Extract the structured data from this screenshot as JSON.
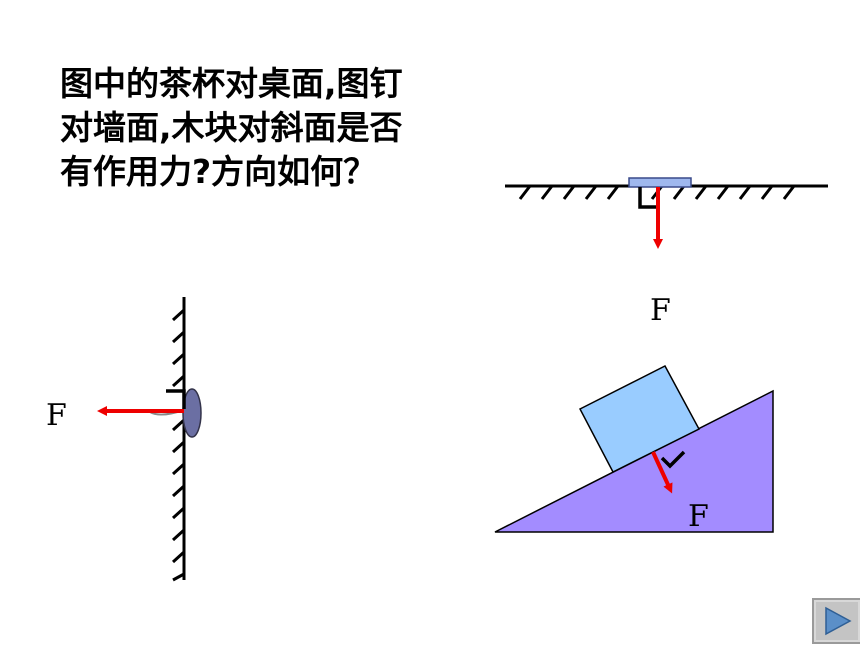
{
  "question": {
    "line1": "图中的茶杯对桌面,图钉",
    "line2": "对墙面,木块对斜面是否",
    "line3": "有作用力?方向如何？"
  },
  "labels": {
    "force_table": "F",
    "force_wall": "F",
    "force_incline": "F"
  },
  "colors": {
    "force_arrow": "#ee0000",
    "cup": "#9fb8ee",
    "pin_head": "#6b6fa3",
    "block": "#99ccff",
    "incline": "#a38cff",
    "nav_button": "#5b8fc8"
  },
  "navigation": {
    "next_icon": "play-triangle"
  }
}
